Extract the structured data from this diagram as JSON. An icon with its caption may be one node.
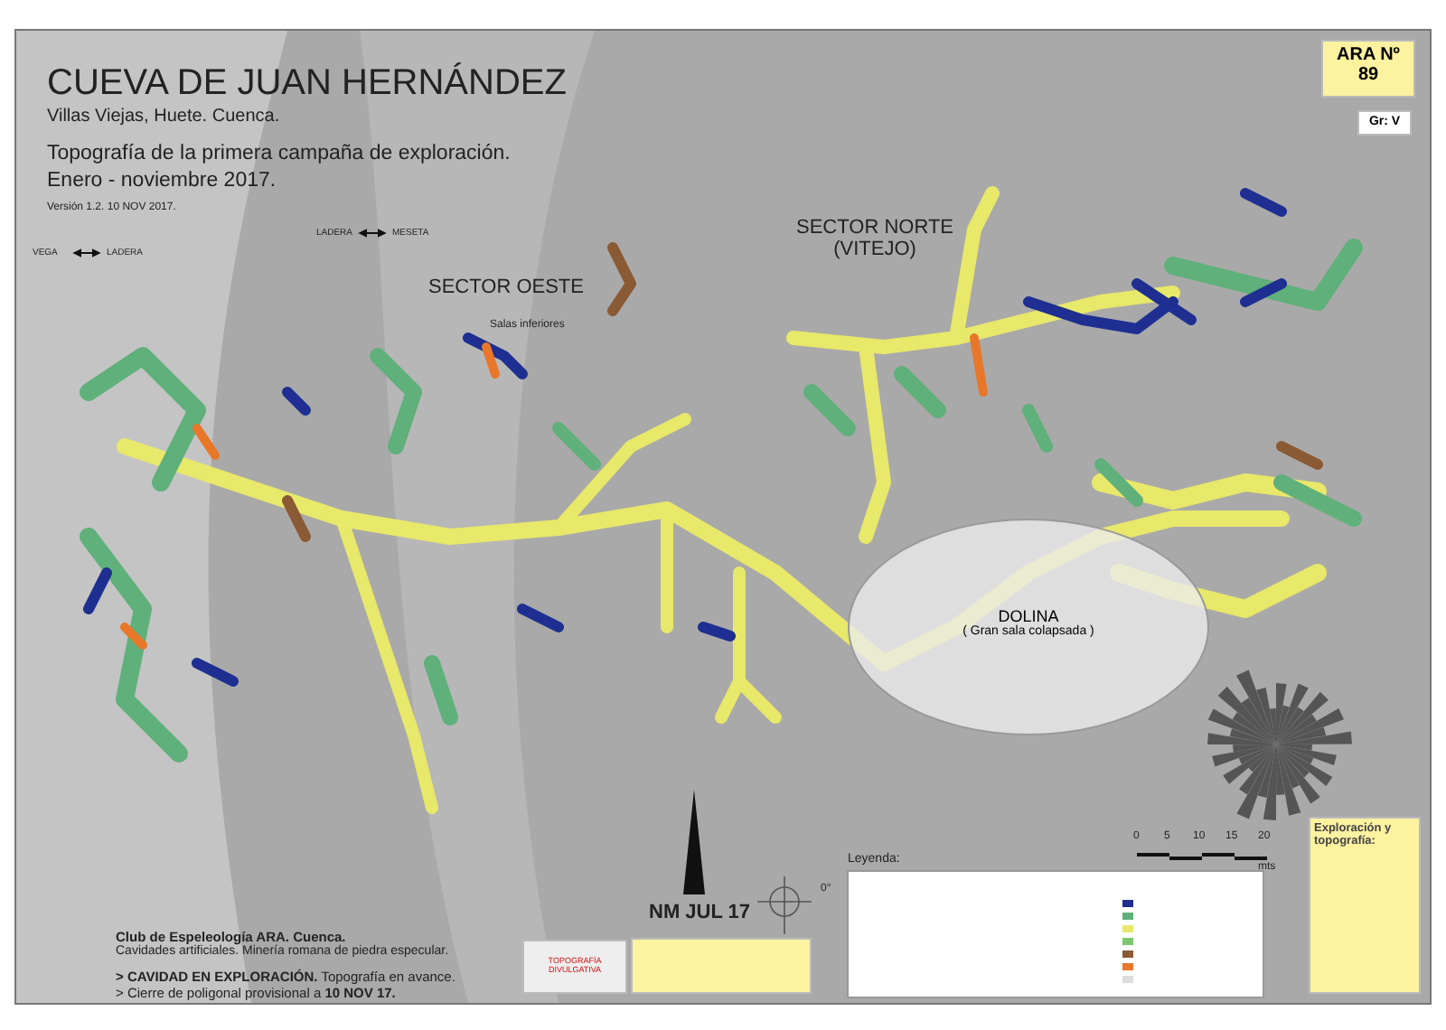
{
  "diagram": {
    "title": "CUEVA DE JUAN HERNÁNDEZ",
    "nodes": [
      {
        "text": [
          "ARA Nº 89"
        ]
      },
      {
        "text": [
          "Gr: V"
        ]
      },
      {
        "text": [
          "DOLINA",
          "( Gran sala colapsada )"
        ]
      },
      {
        "text": [
          "Exploración y topografía:"
        ]
      },
      {
        "text": [
          "TOPOGRAFÍA DIVULGATIVA"
        ]
      },
      {
        "text": [],
        "shape": "box"
      }
    ],
    "edges": [],
    "labels": [
      "Villas Viejas, Huete. Cuenca.",
      "Topografía de la primera campaña de exploración.",
      "Enero - noviembre 2017.",
      "Versión 1.2. 10 NOV 2017.",
      "VEGA",
      "LADERA",
      "LADERA",
      "MESETA",
      "SECTOR OESTE",
      "SECTOR NORTE (VITEJO)",
      "Salas inferiores",
      "NM JUL 17",
      "0°",
      "Leyenda:",
      "0",
      "5",
      "10",
      "15",
      "20",
      "mts",
      "Club de Espeleología ARA. Cuenca.",
      "Cavidades artificiales. Minería romana de piedra especular.",
      "**> CAVIDAD EN EXPLORACIÓN.** Topografía en avance.",
      "> Cierre de poligonal provisional a **10 NOV 17.**"
    ]
  }
}
